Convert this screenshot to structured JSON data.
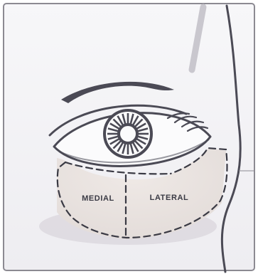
{
  "diagram": {
    "zones": [
      {
        "id": "medial",
        "label": "MEDIAL"
      },
      {
        "id": "lateral",
        "label": "LATERAL"
      }
    ]
  },
  "colors": {
    "background": "#f4f3f6",
    "line": "#4b4a55",
    "zone_fill": "#e9e2df",
    "shadow": "#d8d4dc",
    "frame": "#8c8a92"
  }
}
